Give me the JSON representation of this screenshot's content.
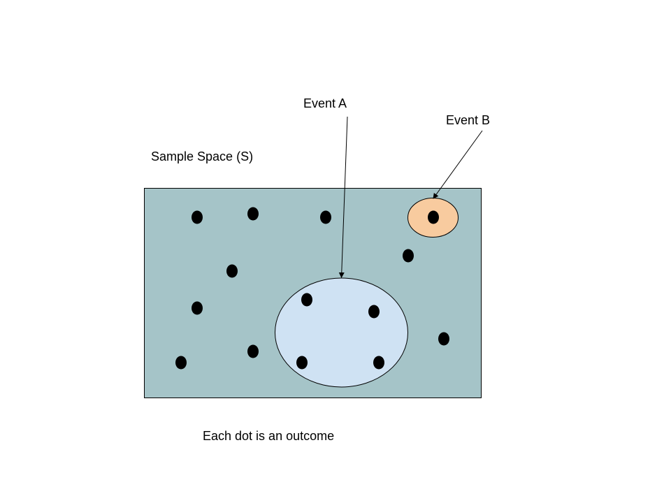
{
  "labels": {
    "sample_space": "Sample Space (S)",
    "event_a": "Event A",
    "event_b": "Event B",
    "caption": "Each dot is an outcome"
  },
  "colors": {
    "sample_space_fill": "#a5c4c8",
    "event_a_fill": "#cfe2f3",
    "event_b_fill": "#f8cb9f",
    "outline": "#000000",
    "dot": "#000000"
  }
}
